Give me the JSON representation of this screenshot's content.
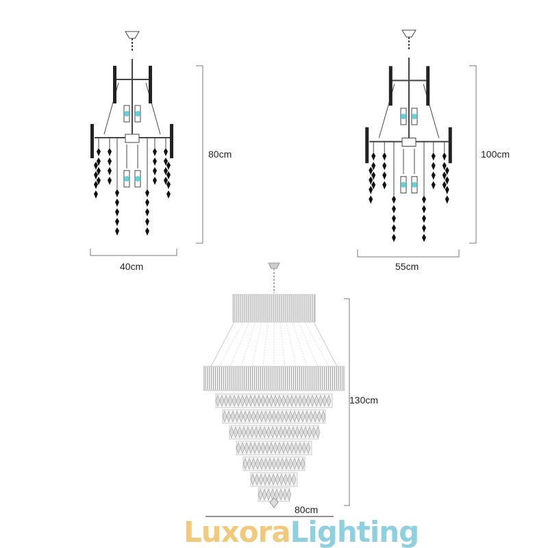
{
  "products": [
    {
      "height_label": "80cm",
      "width_label": "40cm",
      "style": "black crystal drops"
    },
    {
      "height_label": "100cm",
      "width_label": "55cm",
      "style": "black crystal drops"
    },
    {
      "height_label": "130cm",
      "width_label": "80cm",
      "style": "clear crystal tiers"
    }
  ],
  "logo": {
    "part1": "Luxora",
    "part2": "Lighting",
    "color1": "#f2c97a",
    "color2": "#8ecfe0"
  },
  "colors": {
    "bulb": "#5fd3d8",
    "line": "#555555"
  }
}
